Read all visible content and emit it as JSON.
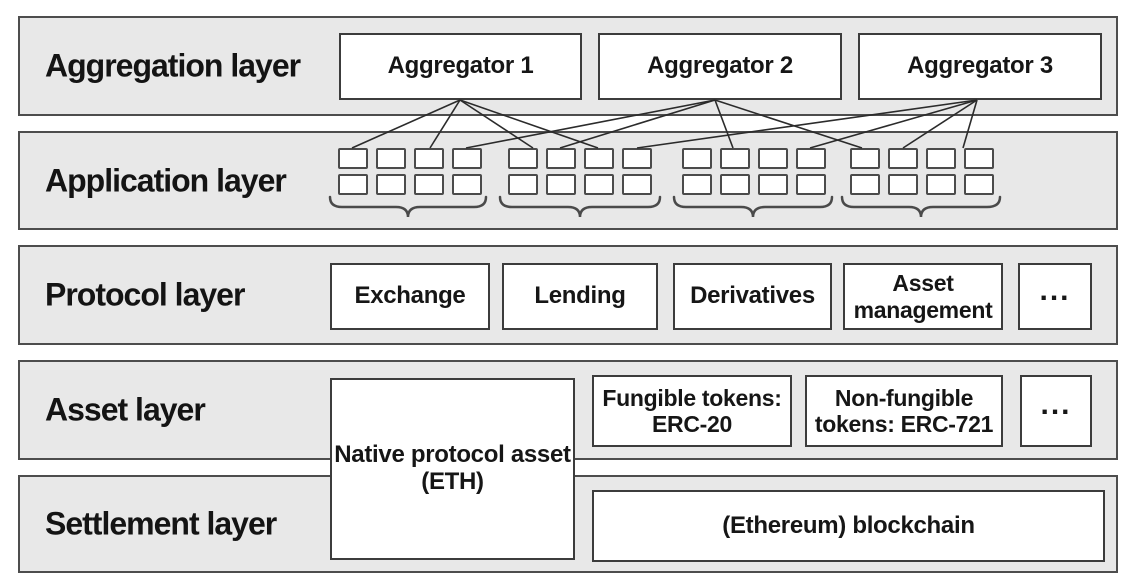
{
  "colors": {
    "band_fill": "#e8e8e8",
    "band_border": "#4d4d4d",
    "box_fill": "#ffffff",
    "box_border": "#3c3c3c",
    "text": "#111111",
    "connection_line": "#2b2b2b"
  },
  "layers": {
    "aggregation": {
      "label": "Aggregation layer",
      "boxes": [
        {
          "label": "Aggregator 1"
        },
        {
          "label": "Aggregator 2"
        },
        {
          "label": "Aggregator 3"
        }
      ]
    },
    "application": {
      "label": "Application layer",
      "group_count": 4,
      "squares_per_group": 8
    },
    "protocol": {
      "label": "Protocol layer",
      "boxes": [
        {
          "label": "Exchange"
        },
        {
          "label": "Lending"
        },
        {
          "label": "Derivatives"
        },
        {
          "label": "Asset management"
        },
        {
          "label": "..."
        }
      ]
    },
    "asset": {
      "label": "Asset layer",
      "boxes": [
        {
          "label": "Fungible tokens: ERC-20"
        },
        {
          "label": "Non-fungible tokens: ERC-721"
        },
        {
          "label": "..."
        }
      ]
    },
    "settlement": {
      "label": "Settlement layer",
      "boxes": [
        {
          "label": "(Ethereum) blockchain"
        }
      ]
    },
    "cross_layer_box": {
      "label": "Native protocol asset (ETH)"
    }
  }
}
